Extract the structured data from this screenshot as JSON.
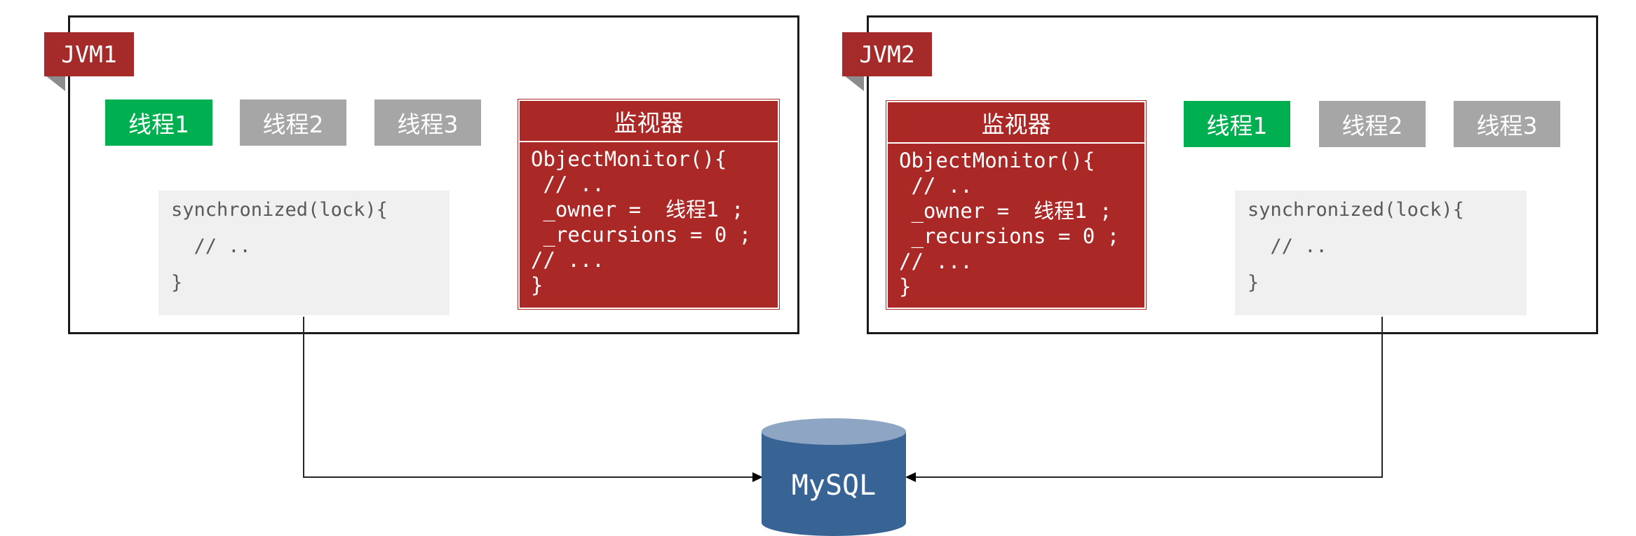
{
  "jvm1": {
    "tag": "JVM1",
    "threads": [
      "线程1",
      "线程2",
      "线程3"
    ],
    "code": {
      "line1": "synchronized(lock){",
      "line2": "  // ..",
      "line3": "}"
    },
    "monitor": {
      "title": "监视器",
      "line1": "ObjectMonitor(){",
      "line2": " // ..",
      "owner_prefix": " _owner = ",
      "owner_value": "线程1",
      "owner_suffix": " ;",
      "line4": " _recursions = 0 ;",
      "line5": "// ...",
      "line6": "}"
    }
  },
  "jvm2": {
    "tag": "JVM2",
    "threads": [
      "线程1",
      "线程2",
      "线程3"
    ],
    "code": {
      "line1": "synchronized(lock){",
      "line2": "  // ..",
      "line3": "}"
    },
    "monitor": {
      "title": "监视器",
      "line1": "ObjectMonitor(){",
      "line2": " // ..",
      "owner_prefix": " _owner = ",
      "owner_value": "线程1",
      "owner_suffix": " ;",
      "line4": " _recursions = 0 ;",
      "line5": "// ...",
      "line6": "}"
    }
  },
  "database": {
    "label": "MySQL"
  },
  "colors": {
    "accent_red": "#a52a2a",
    "thread_active": "#00b050",
    "thread_idle": "#a6a6a6",
    "db_body": "#386395",
    "db_top": "#8ea5c3",
    "code_bg": "#f0f0f0"
  }
}
